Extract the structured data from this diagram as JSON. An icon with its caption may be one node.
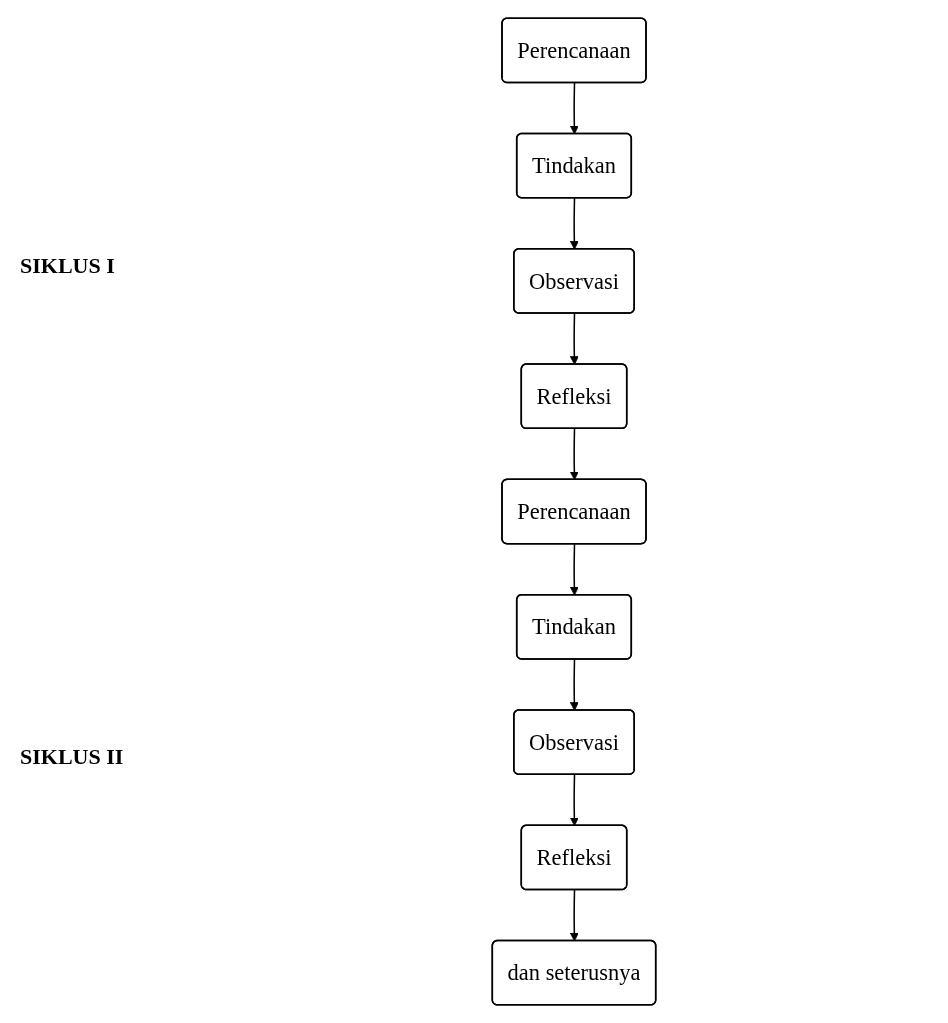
{
  "diagram": {
    "nodes": [
      {
        "text": [
          "Perencanaan"
        ]
      },
      {
        "text": [
          "Tindakan"
        ]
      },
      {
        "text": [
          "Observasi"
        ]
      },
      {
        "text": [
          "Refleksi"
        ]
      },
      {
        "text": [
          "Perencanaan"
        ]
      },
      {
        "text": [
          "Tindakan"
        ]
      },
      {
        "text": [
          "Observasi"
        ]
      },
      {
        "text": [
          "Refleksi"
        ]
      },
      {
        "text": [
          "dan seterusnya"
        ]
      }
    ],
    "edges": [
      {
        "from": 0,
        "to": 1,
        "arrow": "to"
      },
      {
        "from": 1,
        "to": 2,
        "arrow": "to"
      },
      {
        "from": 2,
        "to": 3,
        "arrow": "to"
      },
      {
        "from": 3,
        "to": 4,
        "arrow": "to"
      },
      {
        "from": 4,
        "to": 5,
        "arrow": "to"
      },
      {
        "from": 5,
        "to": 6,
        "arrow": "to"
      },
      {
        "from": 6,
        "to": 7,
        "arrow": "to"
      },
      {
        "from": 7,
        "to": 8,
        "arrow": "to"
      }
    ],
    "labels": [
      "SIKLUS I",
      "SIKLUS II"
    ]
  }
}
